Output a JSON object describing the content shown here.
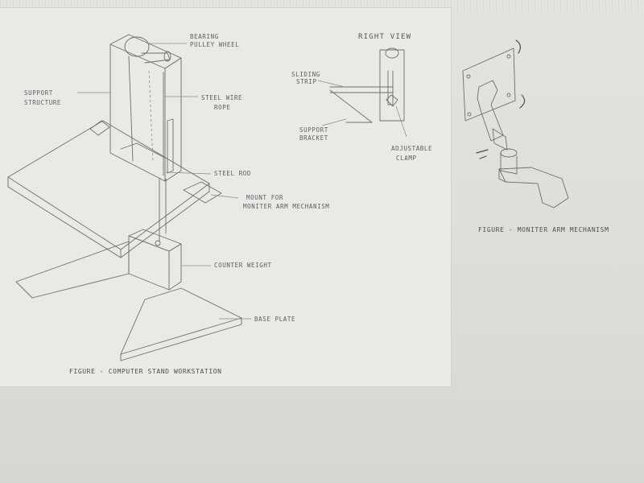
{
  "labels": {
    "bearing": "BEARING",
    "pulley_wheel": "PULLEY WHEEL",
    "support": "SUPPORT",
    "structure": "STRUCTURE",
    "steel_wire": "STEEL WIRE",
    "rope": "ROPE",
    "steel_rod": "STEEL ROD",
    "mount_for": "MOUNT FOR",
    "moniter_arm_mechanism": "MONITER ARM MECHANISM",
    "counter_weight": "COUNTER WEIGHT",
    "base_plate": "BASE PLATE",
    "right_view": "RIGHT VIEW",
    "sliding": "SLIDING",
    "strip": "STRIP",
    "support2": "SUPPORT",
    "bracket": "BRACKET",
    "adjustable": "ADJUSTABLE",
    "clamp": "CLAMP"
  },
  "captions": {
    "workstation": "FIGURE - COMPUTER STAND WORKSTATION",
    "arm": "FIGURE - MONITER ARM MECHANISM"
  }
}
